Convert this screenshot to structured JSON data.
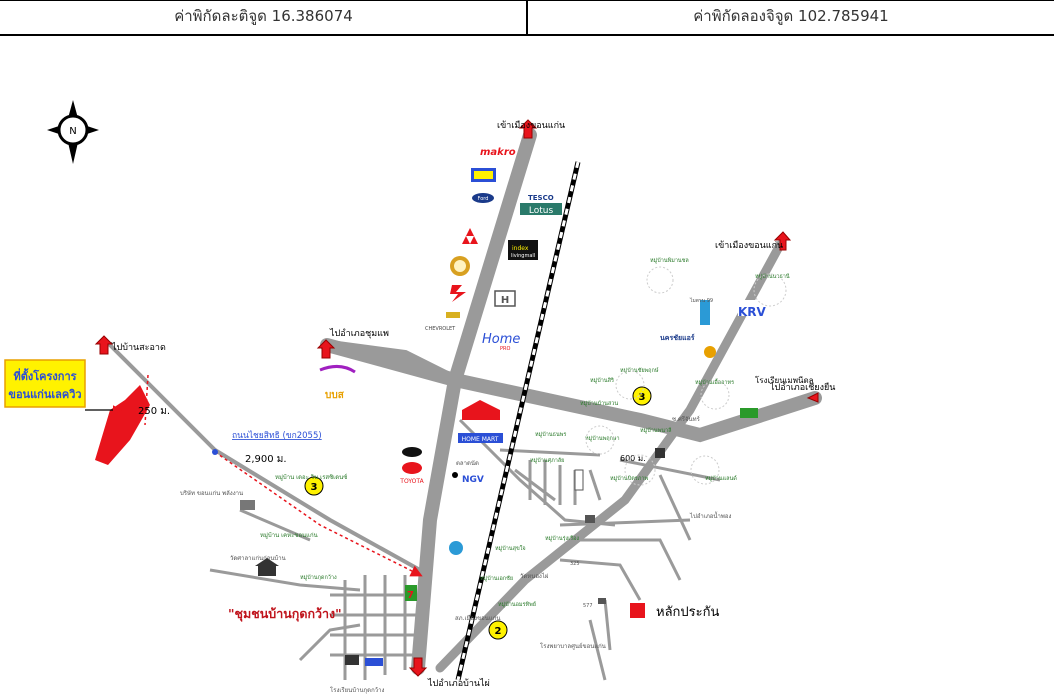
{
  "header": {
    "latitude": "ค่าพิกัดละติจูด 16.386074",
    "longitude": "ค่าพิกัดลองจิจูด 102.785941"
  },
  "destinations": {
    "khon_kaen_top": "เข้าเมืองขอนแก่น",
    "khon_kaen_right": "เข้าเมืองขอนแก่น",
    "ban_sa_at": "ไปบ้านสะอาด",
    "chumphae": "ไปอำเภอชุมแพ",
    "chiang_yuen": "ไปอำเภอเชียงยืน",
    "ban_phai": "ไปอำเภอบ้านไผ่"
  },
  "project": {
    "label_line1": "ที่ตั้งโครงการ",
    "label_line2": "ขอนแก่นเลควิว"
  },
  "distances": {
    "d250": "250 ม.",
    "d2900": "2,900 ม.",
    "d600": "600 ม."
  },
  "roads": {
    "chaiyasit": "ถนนไชยสิทธิ (ขก2055)"
  },
  "community": "\"ชุมชนบ้านกุดกว้าง\"",
  "legend": {
    "collateral": "หลักประกัน"
  },
  "badges": [
    "3",
    "3",
    "2"
  ],
  "brands": {
    "makro": "makro",
    "ford": "Ford",
    "tesco": "TESCO",
    "lotus": "Lotus",
    "index": "index",
    "index_sub": "livingmall",
    "home": "Home",
    "home_sub": "PRO",
    "toyota": "TOYOTA",
    "ngv": "NGV",
    "homemart": "HOME MART",
    "krv": "KRV",
    "bbl": "บบส"
  },
  "places": {
    "leela_resort": "โรงเรียนเมพนีดล",
    "nakorn_chai": "นครชัยแอร์",
    "school": "โรงเรียนบ้านกุดกว้าง",
    "temp1": "วัดศาลาแก่นก่อนบ้าน",
    "kudkwang_school": "โรงเรียนบ้านกุดกว้าง",
    "police": "สภ.เมืองขอนแก่น",
    "hospital": "โรงพยาบาลศูนย์ขอนแก่น",
    "village_a": "หมู่บ้าน เดอะ วิน เรสซิเดนซ์",
    "village_b": "หมู่บ้าน เคหะขอนแก่น",
    "company_a": "บริษัท ขอนแก่น พลังงาน",
    "market": "ตลาดนัด",
    "km99": "ไมตรน 99",
    "soi_sonkho": "ซ.ศรีจันทร์",
    "nong_khai": "ไปอำเภอน้ำพอง",
    "temple_b": "วัดหนองไผ่",
    "km577": "577",
    "km325": "325",
    "village_c": "หมู่บ้านพฤกษา",
    "village_d": "หมู่บ้านศุภาลัย",
    "village_e": "หมู่บ้านชัยพฤกษ์",
    "village_f": "หมู่บ้านสิริ",
    "village_g": "หมู่บ้านเอื้ออาทร",
    "village_h": "หมู่บ้านกุดกว้าง",
    "village_i": "หมู่บ้านพิมานชล",
    "village_j": "หมู่บ้านนวธานี",
    "village_k": "หมู่บ้านธนพร",
    "village_l": "หมู่บ้านแลนด์",
    "village_m": "หมู่บ้านมิตรภาพ",
    "village_n": "หมู่บ้านสุขใจ",
    "village_o": "หมู่บ้านเอกชัย",
    "village_p": "หมู่บ้านอมรทิพย์",
    "village_q": "หมู่บ้านรุ่งเรือง",
    "village_r": "หมู่บ้านบ้านสวน",
    "village_s": "หมู่บ้านพนาลี"
  },
  "compass": "N",
  "colors": {
    "road": "#9a9a9a",
    "project": "#e8141c",
    "label_box": "#fff200",
    "badge": "#fff200",
    "rail": "#000000"
  }
}
